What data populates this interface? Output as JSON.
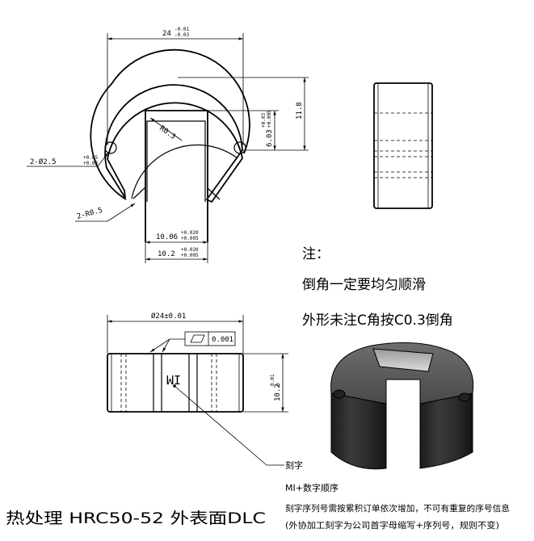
{
  "dims": {
    "width_top": "24",
    "width_top_tol_up": "-0.01",
    "width_top_tol_lo": "-0.03",
    "height_right": "11.8",
    "slot_height": "6.03",
    "slot_height_tol_up": "+0.03",
    "slot_height_tol_lo": "+0.005",
    "inner_radius": "R0.3",
    "hole": "2-Ø2.5",
    "hole_tol_up": "+0.05",
    "hole_tol_lo": "+0.03",
    "corner_radius": "2-R0.5",
    "slot_w1": "10.06",
    "slot_w1_tol_up": "+0.020",
    "slot_w1_tol_lo": "+0.005",
    "slot_w2": "10.2",
    "slot_w2_tol_up": "+0.020",
    "slot_w2_tol_lo": "+0.005",
    "diameter_front": "Ø24±0.01",
    "flatness": "0.001",
    "height_front": "10.2",
    "height_front_tol_up": "0.01",
    "height_front_tol_lo": "0"
  },
  "notes": {
    "title": "注：",
    "line1": "倒角一定要均匀顺滑",
    "line2": "外形未注C角按C0.3倒角"
  },
  "engrave": {
    "leader_label": "刻字",
    "mark_text": "MI",
    "line1": "MI+数字顺序",
    "line2": "刻字序列号需按累积订单依次增加，不可有重复的序号信息",
    "line3": "(外协加工刻字为公司首字母缩写+序列号，规则不变)"
  },
  "heat_treatment": "热处理 HRC50-52 外表面DLC"
}
